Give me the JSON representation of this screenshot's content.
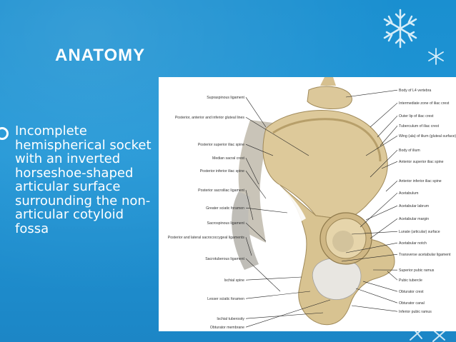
{
  "slide": {
    "title": "ANATOMY",
    "bullet_text": "Incomplete hemispherical socket with an inverted horseshoe-shaped articular surface surrounding the non-articular cotyloid fossa",
    "colors": {
      "background": "#1a8fd0",
      "text": "#ffffff"
    }
  },
  "figure": {
    "left_labels": [
      "Supraspinous ligament",
      "Posterior, anterior and inferior gluteal lines",
      "Posterior superior iliac spine",
      "Median sacral crest",
      "Posterior inferior iliac spine",
      "Posterior sacroiliac ligament",
      "Greater sciatic foramen",
      "Sacrospinous ligament",
      "Posterior and lateral sacrococcygeal ligaments",
      "Sacrotuberous ligament",
      "Ischial spine",
      "Lesser sciatic foramen",
      "Ischial tuberosity",
      "Obturator membrane"
    ],
    "right_labels": [
      "Body of L4 vertebra",
      "Intermediate zone of iliac crest",
      "Outer lip of iliac crest",
      "Tuberculum of iliac crest",
      "Wing (ala) of ilium (gluteal surface)",
      "Body of ilium",
      "Anterior superior iliac spine",
      "Anterior inferior iliac spine",
      "Acetabulum",
      "Acetabular labrum",
      "Acetabular margin",
      "Lunate (articular) surface",
      "Acetabular notch",
      "Transverse acetabular ligament",
      "Superior pubic ramus",
      "Pubic tubercle",
      "Obturator crest",
      "Obturator canal",
      "Inferior pubic ramus"
    ]
  }
}
